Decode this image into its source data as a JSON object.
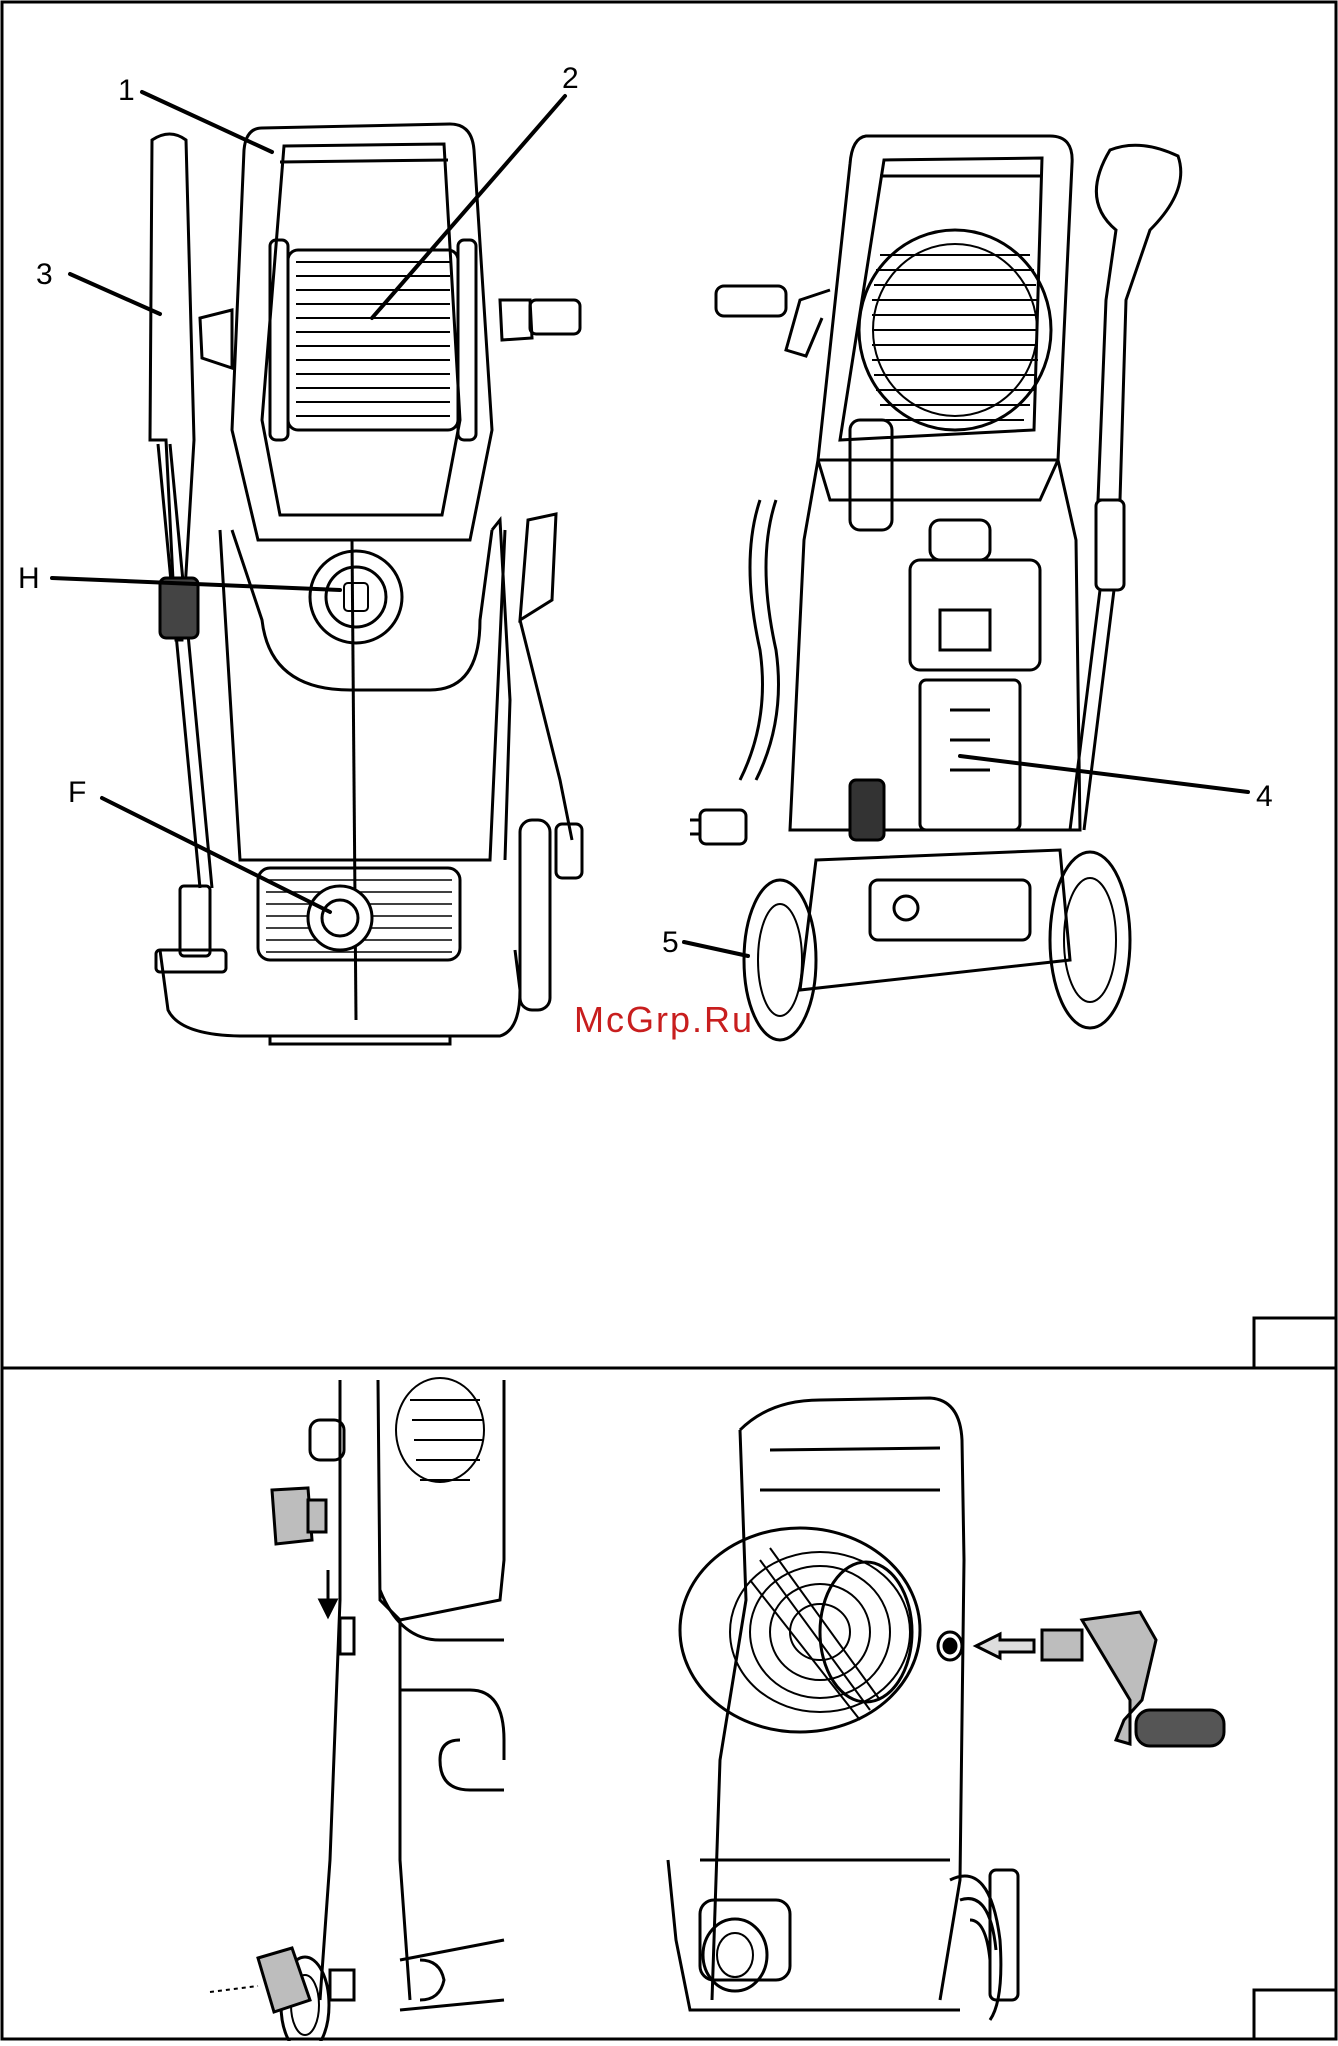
{
  "callouts": {
    "c1": "1",
    "c2": "2",
    "c3": "3",
    "c4": "4",
    "c5": "5",
    "cH": "H",
    "cF": "F"
  },
  "watermark": "McGrp.Ru",
  "colors": {
    "ink": "#000000",
    "watermark": "#c81e1e",
    "paper": "#ffffff",
    "grey_part": "#bdbdbd"
  }
}
